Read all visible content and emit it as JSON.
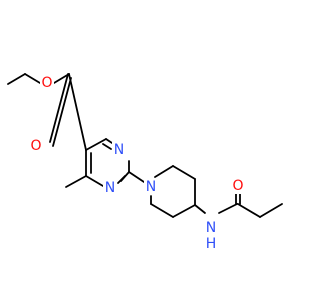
{
  "molecule": {
    "atoms": [
      {
        "id": "O_ether",
        "symbol": "O",
        "color": "#ff0d0d"
      },
      {
        "id": "O_carbonyl_ester",
        "symbol": "O",
        "color": "#ff0d0d"
      },
      {
        "id": "N_pyrimidine_top",
        "symbol": "N",
        "color": "#3050f8"
      },
      {
        "id": "N_pyrimidine_bottom",
        "symbol": "N",
        "color": "#3050f8"
      },
      {
        "id": "N_piperidine",
        "symbol": "N",
        "color": "#3050f8"
      },
      {
        "id": "O_amide",
        "symbol": "O",
        "color": "#ff0d0d"
      },
      {
        "id": "NH_amide",
        "symbol": "N",
        "suffix": "H",
        "color": "#3050f8"
      }
    ],
    "bond_color": "#000000"
  }
}
